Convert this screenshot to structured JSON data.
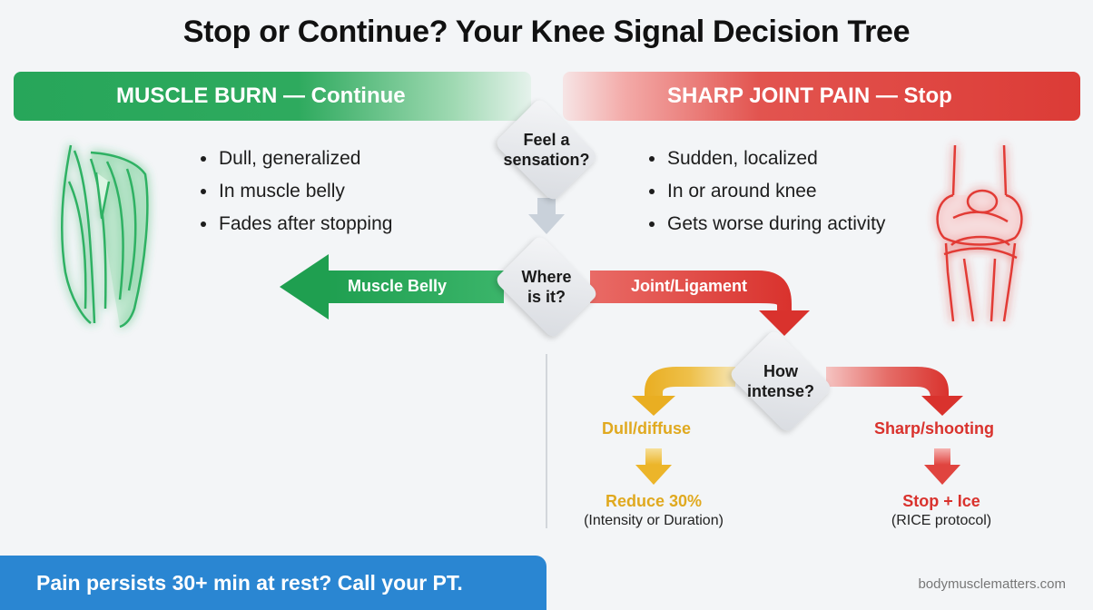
{
  "title": "Stop or Continue? Your Knee Signal Decision Tree",
  "banners": {
    "left": "MUSCLE BURN — Continue",
    "right": "SHARP JOINT PAIN — Stop"
  },
  "left_bullets": [
    "Dull, generalized",
    "In muscle belly",
    "Fades after stopping"
  ],
  "right_bullets": [
    "Sudden, localized",
    "In or around knee",
    "Gets worse during activity"
  ],
  "nodes": {
    "q1": [
      "Feel a",
      "sensation?"
    ],
    "q2": [
      "Where",
      "is it?"
    ],
    "q3": [
      "How",
      "intense?"
    ]
  },
  "branches": {
    "muscle": "Muscle Belly",
    "joint": "Joint/Ligament",
    "dull": "Dull/diffuse",
    "sharp": "Sharp/shooting"
  },
  "outcomes": {
    "reduce": {
      "main": "Reduce 30%",
      "sub": "(Intensity or Duration)"
    },
    "stop": {
      "main": "Stop + Ice",
      "sub": "(RICE protocol)"
    }
  },
  "footer": "Pain persists 30+ min at rest? Call your PT.",
  "credit": "bodymusclematters.com",
  "colors": {
    "green": "#2aa65a",
    "red": "#dc3b36",
    "amber": "#e8b52c",
    "blue": "#2a86d2"
  },
  "icons": [
    "muscle-icon",
    "knee-joint-icon"
  ]
}
